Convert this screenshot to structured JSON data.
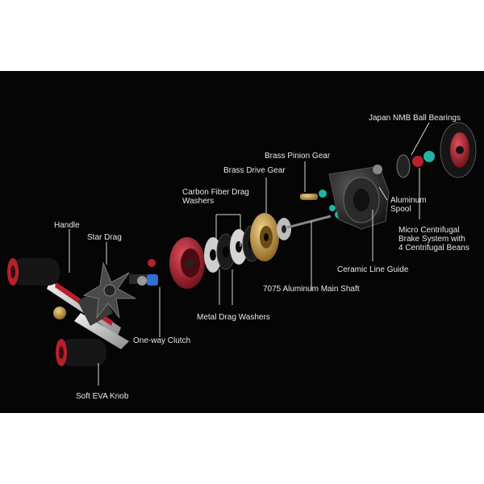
{
  "colors": {
    "background": "#050505",
    "frame": "#ffffff",
    "label_text": "#e8e8e8",
    "leader_line": "#d8d8d8",
    "accent_red": "#b8202e",
    "accent_gold": "#c99a3a",
    "accent_teal": "#1fb5a3",
    "accent_blue": "#2f6fd6"
  },
  "labels": {
    "handle": "Handle",
    "star_drag": "Star Drag",
    "soft_eva_knob": "Soft EVA Knob",
    "one_way_clutch": "One-way Clutch",
    "carbon_fiber_drag_line1": "Carbon Fiber Drag",
    "carbon_fiber_drag_line2": "Washers",
    "metal_drag_washers": "Metal Drag Washers",
    "brass_drive_gear": "Brass Drive Gear",
    "brass_pinion_gear": "Brass Pinion Gear",
    "main_shaft": "7075 Aluminum Main Shaft",
    "ceramic_line_guide": "Ceramic Line Guide",
    "japan_nmb_ball_bearings": "Japan NMB Ball Bearings",
    "aluminum_spool_line1": "Aluminum",
    "aluminum_spool_line2": "Spool",
    "brake_line1": "Micro Centrifugal",
    "brake_line2": "Brake System with",
    "brake_line3": "4 Centrifugal Beans"
  }
}
